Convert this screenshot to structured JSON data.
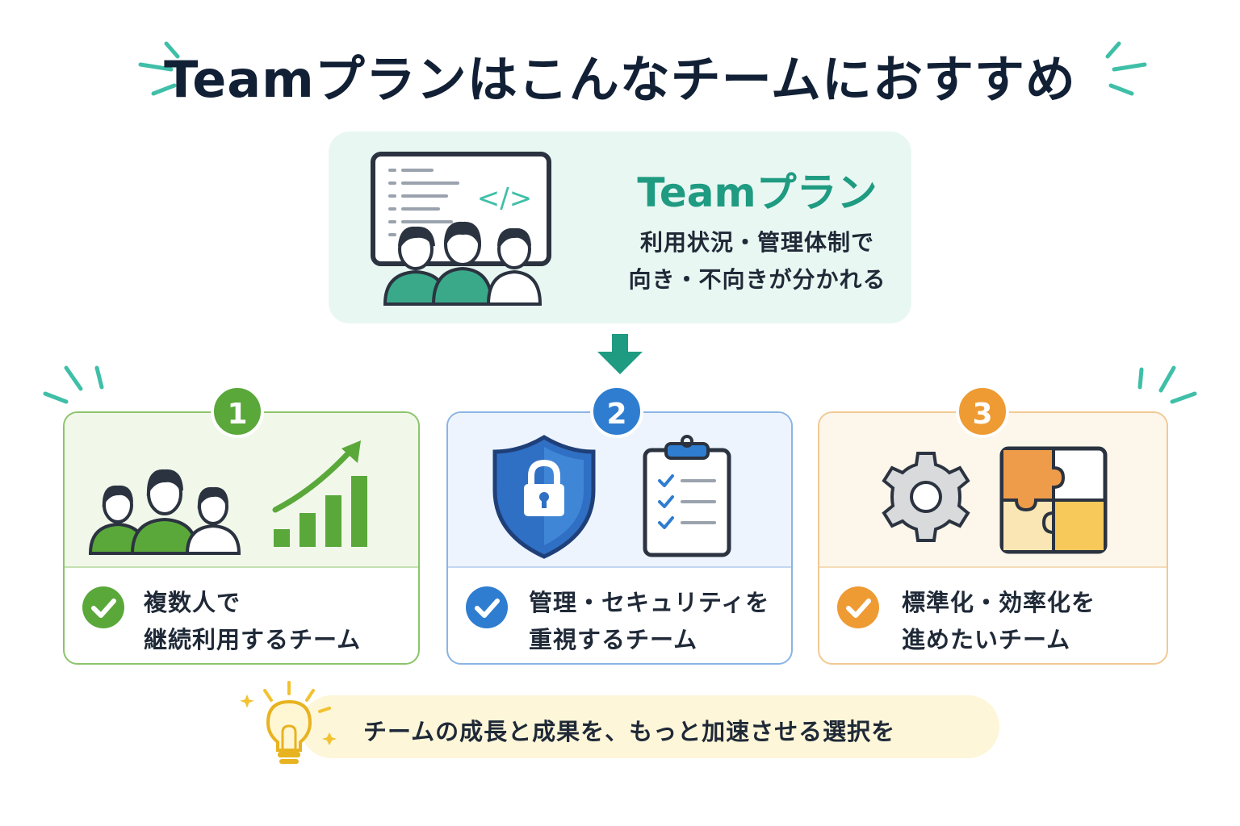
{
  "title": "Teamプランはこんなチームにおすすめ",
  "plan": {
    "name": "Teamプラン",
    "description_line1": "利用状況・管理体制で",
    "description_line2": "向き・不向きが分かれる",
    "code_symbol": "</>"
  },
  "cards": [
    {
      "number": "1",
      "line1": "複数人で",
      "line2": "継続利用するチーム",
      "accent": "#5aa83a",
      "icons": [
        "team-icon",
        "growth-chart-icon"
      ]
    },
    {
      "number": "2",
      "line1": "管理・セキュリティを",
      "line2": "重視するチーム",
      "accent": "#2f7dd0",
      "icons": [
        "shield-lock-icon",
        "checklist-clipboard-icon"
      ]
    },
    {
      "number": "3",
      "line1": "標準化・効率化を",
      "line2": "進めたいチーム",
      "accent": "#ee9b34",
      "icons": [
        "gear-icon",
        "puzzle-icon"
      ]
    }
  ],
  "banner": {
    "text": "チームの成長と成果を、もっと加速させる選択を",
    "icon": "lightbulb-icon"
  },
  "colors": {
    "teal": "#1f9b82",
    "title": "#122036",
    "banner_bg": "#fdf6d9"
  }
}
